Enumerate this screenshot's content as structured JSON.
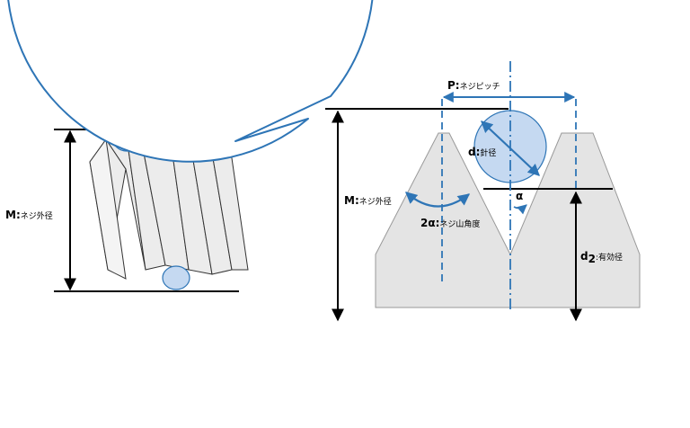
{
  "labels": {
    "outer_diameter_left": {
      "symbol": "M:",
      "text": "ネジ外径"
    },
    "pitch": {
      "symbol": "P:",
      "text": "ネジピッチ"
    },
    "needle_diameter": {
      "symbol": "d:",
      "text": "針径"
    },
    "outer_diameter_right": {
      "symbol": "M:",
      "text": "ネジ外径"
    },
    "thread_angle": {
      "symbol": "2α:",
      "text": "ネジ山角度"
    },
    "half_angle": {
      "symbol": "α"
    },
    "effective_diameter": {
      "symbol": "d",
      "subscript": "2",
      "text": ":有効径"
    }
  },
  "colors": {
    "accent_blue": "#2e75b6",
    "needle_fill": "#c5d9f1",
    "thread_fill": "#e4e4e4",
    "line_black": "#000000"
  }
}
